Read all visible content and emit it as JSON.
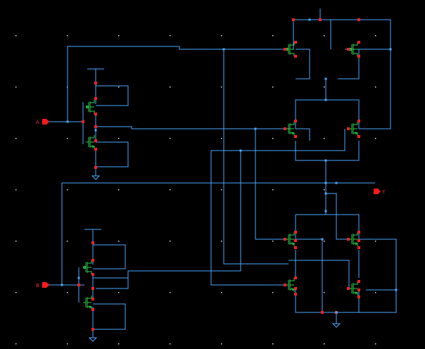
{
  "schematic": {
    "pins": [
      {
        "name": "input-pin-a",
        "label": "A"
      },
      {
        "name": "input-pin-b",
        "label": "B"
      },
      {
        "name": "output-pin-y",
        "label": "Y"
      }
    ]
  },
  "colors": {
    "background": "#000000",
    "grid_dot": "#ffffff",
    "wire": "#4aa8ff",
    "node": "#ff2020",
    "junction": "#4aa8ff",
    "transistor": "#2bd24b",
    "pin": "#ff1a1a"
  }
}
